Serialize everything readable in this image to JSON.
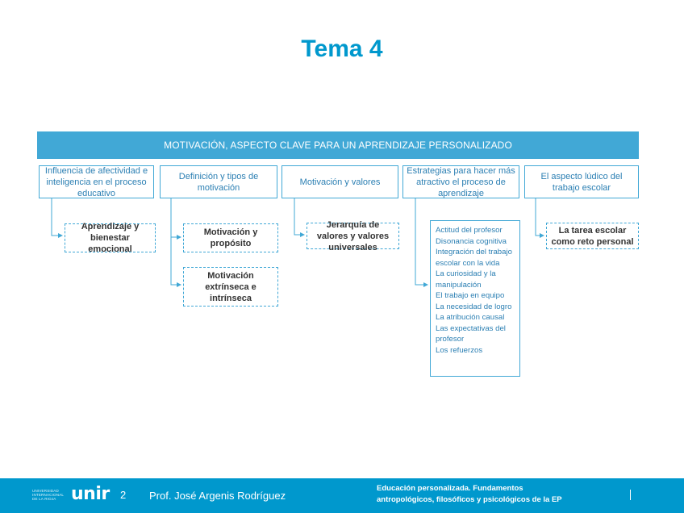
{
  "title": "Tema 4",
  "diagram": {
    "banner": "MOTIVACIÓN, ASPECTO CLAVE PARA UN APRENDIZAJE PERSONALIZADO",
    "categories": [
      "Influencia de afectividad e inteligencia en el proceso educativo",
      "Definición y tipos de motivación",
      "Motivación y valores",
      "Estrategias para hacer más atractivo el proceso de aprendizaje",
      "El aspecto lúdico del trabajo escolar"
    ],
    "subs": {
      "aprendizaje": "Aprendizaje y bienestar emocional",
      "motivacion_proposito": "Motivación y propósito",
      "motivacion_extrinseca": "Motivación extrínseca e intrínseca",
      "jerarquia": "Jerarquía de valores y valores universales",
      "tarea": "La tarea escolar como reto personal"
    },
    "strategies": [
      "Actitud del profesor",
      "Disonancia cognitiva",
      "Integración del trabajo escolar con la vida",
      "La curiosidad y la manipulación",
      "El trabajo en equipo",
      "La necesidad de logro",
      "La atribución causal",
      "Las expectativas del profesor",
      "Los refuerzos"
    ]
  },
  "footer": {
    "university_small": "UNIVERSIDAD INTERNACIONAL DE LA RIOJA",
    "logo": "unir",
    "page_number": "2",
    "professor": "Prof. José Argenis Rodríguez",
    "course_line1": "Educación personalizada. Fundamentos",
    "course_line2": "antropológicos, filosóficos y psicológicos de la EP"
  },
  "colors": {
    "accent": "#0098cd",
    "banner": "#41a8d6",
    "category_text": "#2b7fb3"
  }
}
